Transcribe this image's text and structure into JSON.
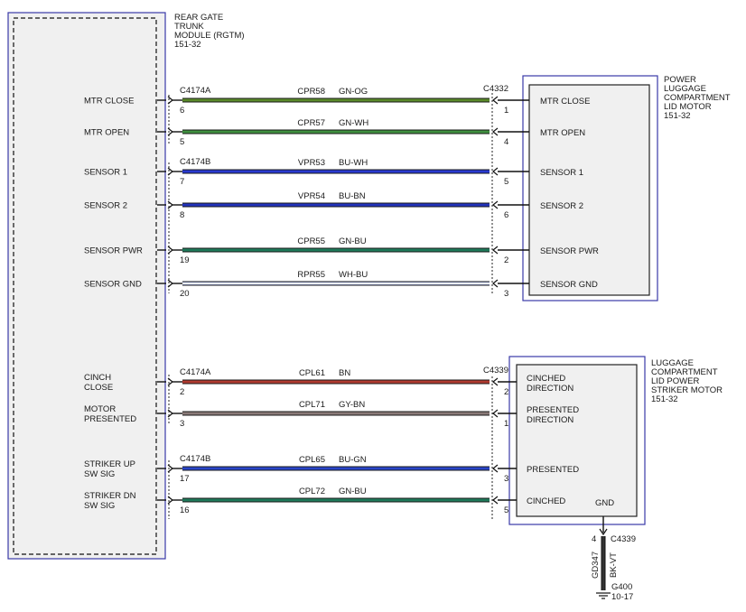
{
  "modules": {
    "rgtm": {
      "title_lines": [
        "REAR GATE",
        "TRUNK",
        "MODULE (RGTM)",
        "151-32"
      ]
    },
    "motor": {
      "title_lines": [
        "POWER",
        "LUGGAGE",
        "COMPARTMENT",
        "LID MOTOR",
        "151-32"
      ]
    },
    "striker": {
      "title_lines": [
        "LUGGAGE",
        "COMPARTMENT",
        "LID POWER",
        "STRIKER MOTOR",
        "151-32"
      ]
    }
  },
  "colors": {
    "box_border": "#3a3aa8",
    "GN-OG": "#5a8a2a",
    "GN-WH": "#3f8f3f",
    "BU-WH": "#2a3ad0",
    "BU-BN": "#2233bb",
    "GN-BU": "#1f7a5a",
    "WH-BU": "#aab8e8",
    "BN": "#b03a30",
    "GY-BN": "#8a7a78",
    "BU-GN": "#2a45c8",
    "BK-VT": "#333333"
  },
  "circuits": [
    {
      "left_label": [
        "MTR CLOSE"
      ],
      "right_label": [
        "MTR CLOSE"
      ],
      "circuit": "CPR58",
      "color": "GN-OG",
      "left_connector": "C4174A",
      "right_connector": "C4332",
      "left_pin": "6",
      "right_pin": "1"
    },
    {
      "left_label": [
        "MTR OPEN"
      ],
      "right_label": [
        "MTR OPEN"
      ],
      "circuit": "CPR57",
      "color": "GN-WH",
      "left_connector": "",
      "right_connector": "",
      "left_pin": "5",
      "right_pin": "4"
    },
    {
      "left_label": [
        "SENSOR 1"
      ],
      "right_label": [
        "SENSOR 1"
      ],
      "circuit": "VPR53",
      "color": "BU-WH",
      "left_connector": "C4174B",
      "right_connector": "",
      "left_pin": "7",
      "right_pin": "5"
    },
    {
      "left_label": [
        "SENSOR 2"
      ],
      "right_label": [
        "SENSOR 2"
      ],
      "circuit": "VPR54",
      "color": "BU-BN",
      "left_connector": "",
      "right_connector": "",
      "left_pin": "8",
      "right_pin": "6"
    },
    {
      "left_label": [
        "SENSOR PWR"
      ],
      "right_label": [
        "SENSOR PWR"
      ],
      "circuit": "CPR55",
      "color": "GN-BU",
      "left_connector": "",
      "right_connector": "",
      "left_pin": "19",
      "right_pin": "2"
    },
    {
      "left_label": [
        "SENSOR GND"
      ],
      "right_label": [
        "SENSOR GND"
      ],
      "circuit": "RPR55",
      "color": "WH-BU",
      "left_connector": "",
      "right_connector": "",
      "left_pin": "20",
      "right_pin": "3"
    },
    {
      "left_label": [
        "CINCH",
        "CLOSE"
      ],
      "right_label": [
        "CINCHED",
        "DIRECTION"
      ],
      "circuit": "CPL61",
      "color": "BN",
      "left_connector": "C4174A",
      "right_connector": "C4339",
      "left_pin": "2",
      "right_pin": "2"
    },
    {
      "left_label": [
        "MOTOR",
        "PRESENTED"
      ],
      "right_label": [
        "PRESENTED",
        "DIRECTION"
      ],
      "circuit": "CPL71",
      "color": "GY-BN",
      "left_connector": "",
      "right_connector": "",
      "left_pin": "3",
      "right_pin": "1"
    },
    {
      "left_label": [
        "STRIKER UP",
        "SW SIG"
      ],
      "right_label": [
        "PRESENTED"
      ],
      "circuit": "CPL65",
      "color": "BU-GN",
      "left_connector": "C4174B",
      "right_connector": "",
      "left_pin": "17",
      "right_pin": "3"
    },
    {
      "left_label": [
        "STRIKER DN",
        "SW SIG"
      ],
      "right_label": [
        "CINCHED"
      ],
      "circuit": "CPL72",
      "color": "GN-BU",
      "left_connector": "",
      "right_connector": "",
      "left_pin": "16",
      "right_pin": "5"
    }
  ],
  "ground": {
    "label": "GND",
    "connector": "C4339",
    "pin": "4",
    "circuit": "GD347",
    "color": "BK-VT",
    "ground_point": "G400",
    "ground_page": "10-17"
  }
}
